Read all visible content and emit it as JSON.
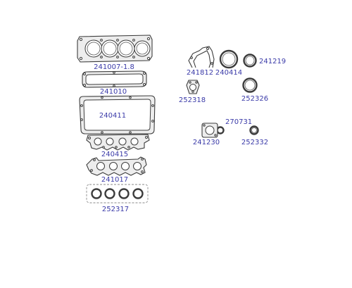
{
  "parts": [
    {
      "key": "p241007",
      "label": "241007-1.8"
    },
    {
      "key": "p241010",
      "label": "241010"
    },
    {
      "key": "p240411",
      "label": "240411"
    },
    {
      "key": "p240415",
      "label": "240415"
    },
    {
      "key": "p241017",
      "label": "241017"
    },
    {
      "key": "p252317",
      "label": "252317"
    },
    {
      "key": "p241812",
      "label": "241812"
    },
    {
      "key": "p240414",
      "label": "240414"
    },
    {
      "key": "p241219",
      "label": "241219"
    },
    {
      "key": "p252318",
      "label": "252318"
    },
    {
      "key": "p252326",
      "label": "252326"
    },
    {
      "key": "p270731",
      "label": "270731"
    },
    {
      "key": "p241230",
      "label": "241230"
    },
    {
      "key": "p252332",
      "label": "252332"
    }
  ],
  "colors": {
    "label": "#3a3aa8",
    "outline": "#3c3c3c",
    "fill": "#ededed"
  }
}
